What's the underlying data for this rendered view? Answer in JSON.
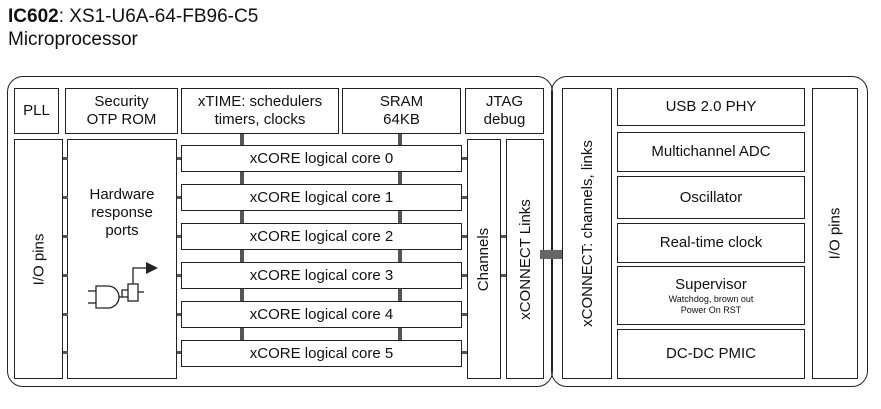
{
  "header": {
    "part_id": "IC602",
    "part_sep": ": ",
    "part_number": "XS1-U6A-64-FB96-C5",
    "subtitle": "Microprocessor"
  },
  "xcore_tile": {
    "pll": "PLL",
    "security_line1": "Security",
    "security_line2": "OTP ROM",
    "xtime_line1": "xTIME: schedulers",
    "xtime_line2": "timers, clocks",
    "sram_line1": "SRAM",
    "sram_line2": "64KB",
    "jtag_line1": "JTAG",
    "jtag_line2": "debug",
    "io_pins": "I/O pins",
    "hw_line1": "Hardware",
    "hw_line2": "response",
    "hw_line3": "ports",
    "cores": [
      "xCORE logical core 0",
      "xCORE logical core 1",
      "xCORE logical core 2",
      "xCORE logical core 3",
      "xCORE logical core 4",
      "xCORE logical core 5"
    ],
    "channels": "Channels",
    "xconnect_links": "xCONNECT Links",
    "logic_icon": "logic-gate-icon"
  },
  "peripheral_tile": {
    "xconnect": "xCONNECT: channels, links",
    "usb": "USB 2.0 PHY",
    "adc": "Multichannel ADC",
    "osc": "Oscillator",
    "rtc": "Real-time clock",
    "supervisor": "Supervisor",
    "supervisor_sub1": "Watchdog, brown out",
    "supervisor_sub2": "Power On RST",
    "pmic": "DC-DC PMIC",
    "io_pins": "I/O pins"
  }
}
